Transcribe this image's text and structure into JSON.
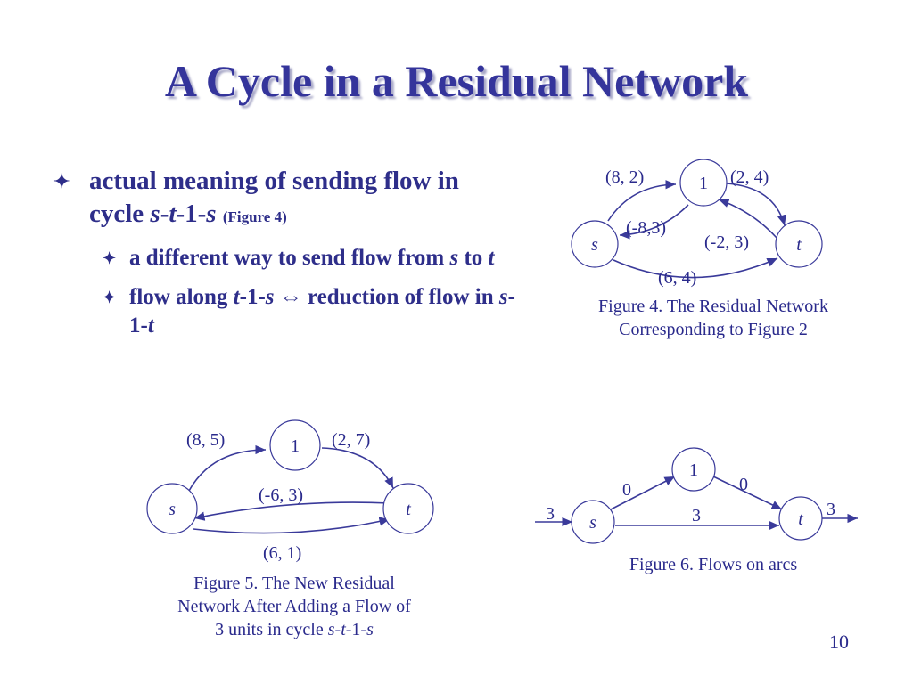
{
  "title": "A Cycle in a Residual Network",
  "bullet1": {
    "text_a": "actual meaning of sending flow in cycle ",
    "s1": "s",
    "d1": "-",
    "t": "t",
    "d2": "-1-",
    "s2": "s",
    "ref": "(Figure 4)"
  },
  "bullet2": {
    "text_a": "a different way to send flow from ",
    "s": "s",
    "to": " to ",
    "t": "t"
  },
  "bullet3": {
    "text_a": "flow along ",
    "t": "t",
    "d1": "-1-",
    "s": "s",
    "arrow": " ⇔ ",
    "text_b": "reduction of flow in ",
    "s2": "s",
    "d2": "-1-",
    "t2": "t"
  },
  "bullet_marker": "✦",
  "figure4": {
    "nodes": {
      "n1": "1",
      "s": "s",
      "t": "t"
    },
    "labels": {
      "s1": "(8, 2)",
      "1t": "(2, 4)",
      "1s": "(-8,3)",
      "t1": "(-2, 3)",
      "st": "(6, 4)"
    },
    "caption_line1": "Figure 4. The Residual Network",
    "caption_line2": "Corresponding to Figure 2"
  },
  "figure5": {
    "nodes": {
      "n1": "1",
      "s": "s",
      "t": "t"
    },
    "labels": {
      "s1": "(8, 5)",
      "1t": "(2, 7)",
      "ts": "(-6, 3)",
      "st": "(6, 1)"
    },
    "caption_line1": "Figure 5.  The New Residual",
    "caption_line2": "Network After Adding a Flow of",
    "caption_line3a": "3 units in cycle ",
    "caption_s": "s",
    "caption_d1": "-",
    "caption_t": "t",
    "caption_d2": "-1-",
    "caption_s2": "s"
  },
  "figure6": {
    "nodes": {
      "n1": "1",
      "s": "s",
      "t": "t"
    },
    "labels": {
      "in": "3",
      "s1": "0",
      "1t": "0",
      "st": "3",
      "out": "3"
    },
    "caption": "Figure 6. Flows on arcs"
  },
  "page_number": "10",
  "colors": {
    "text": "#2a2a8c",
    "title": "#34349b",
    "stroke": "#3a3a9a"
  }
}
